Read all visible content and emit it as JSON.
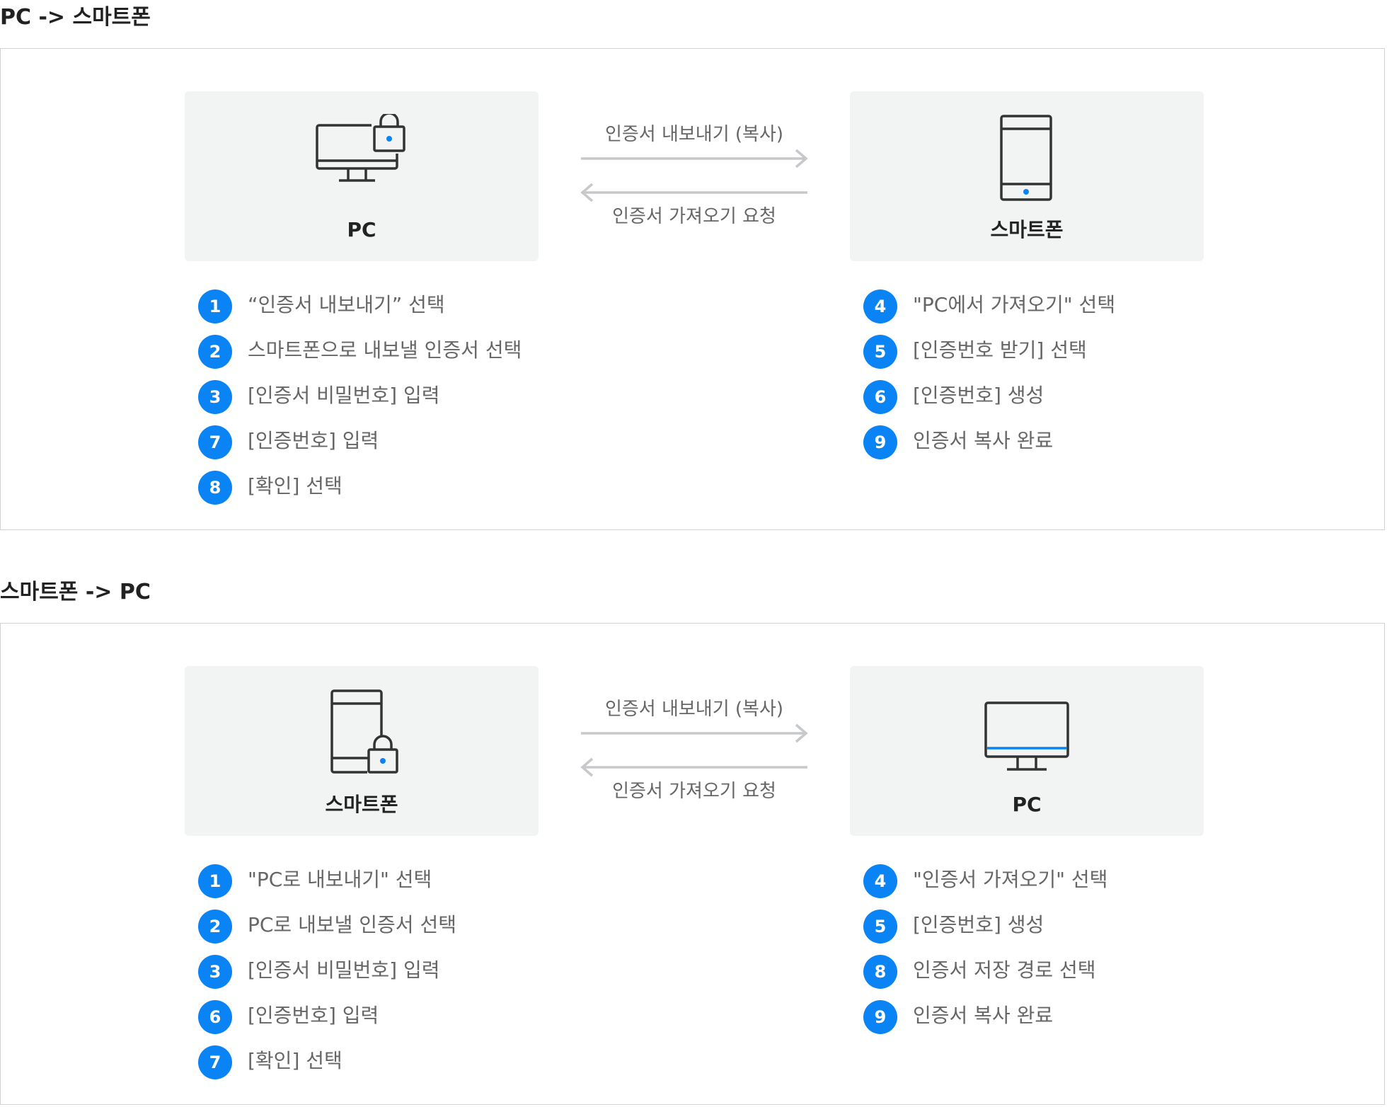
{
  "sections": [
    {
      "title": "PC -> 스마트폰",
      "left_label": "PC",
      "right_label": "스마트폰",
      "arrow_top_label": "인증서 내보내기 (복사)",
      "arrow_bottom_label": "인증서 가져오기 요청",
      "left_steps": [
        {
          "num": "1",
          "text": "“인증서 내보내기” 선택"
        },
        {
          "num": "2",
          "text": "스마트폰으로 내보낼 인증서 선택"
        },
        {
          "num": "3",
          "text": "[인증서 비밀번호] 입력"
        },
        {
          "num": "7",
          "text": "[인증번호] 입력"
        },
        {
          "num": "8",
          "text": "[확인] 선택"
        }
      ],
      "right_steps": [
        {
          "num": "4",
          "text": "\"PC에서 가져오기\" 선택"
        },
        {
          "num": "5",
          "text": "[인증번호 받기] 선택"
        },
        {
          "num": "6",
          "text": "[인증번호] 생성"
        },
        {
          "num": "9",
          "text": "인증서 복사 완료"
        }
      ]
    },
    {
      "title": "스마트폰 -> PC",
      "left_label": "스마트폰",
      "right_label": "PC",
      "arrow_top_label": "인증서 내보내기 (복사)",
      "arrow_bottom_label": "인증서 가져오기 요청",
      "left_steps": [
        {
          "num": "1",
          "text": "\"PC로 내보내기\" 선택"
        },
        {
          "num": "2",
          "text": "PC로 내보낼 인증서 선택"
        },
        {
          "num": "3",
          "text": "[인증서 비밀번호] 입력"
        },
        {
          "num": "6",
          "text": "[인증번호] 입력"
        },
        {
          "num": "7",
          "text": "[확인] 선택"
        }
      ],
      "right_steps": [
        {
          "num": "4",
          "text": "\"인증서 가져오기\" 선택"
        },
        {
          "num": "5",
          "text": "[인증번호] 생성"
        },
        {
          "num": "8",
          "text": "인증서 저장 경로 선택"
        },
        {
          "num": "9",
          "text": "인증서 복사 완료"
        }
      ]
    }
  ],
  "colors": {
    "accent": "#0a84f4",
    "icon_stroke": "#333333",
    "arrow": "#c6c8cc",
    "box_bg": "#f2f3f3",
    "panel_border": "#d2d2d2"
  },
  "icons": {
    "section1_left": "monitor-lock-icon",
    "section1_right": "smartphone-icon",
    "section2_left": "smartphone-lock-icon",
    "section2_right": "monitor-icon"
  }
}
